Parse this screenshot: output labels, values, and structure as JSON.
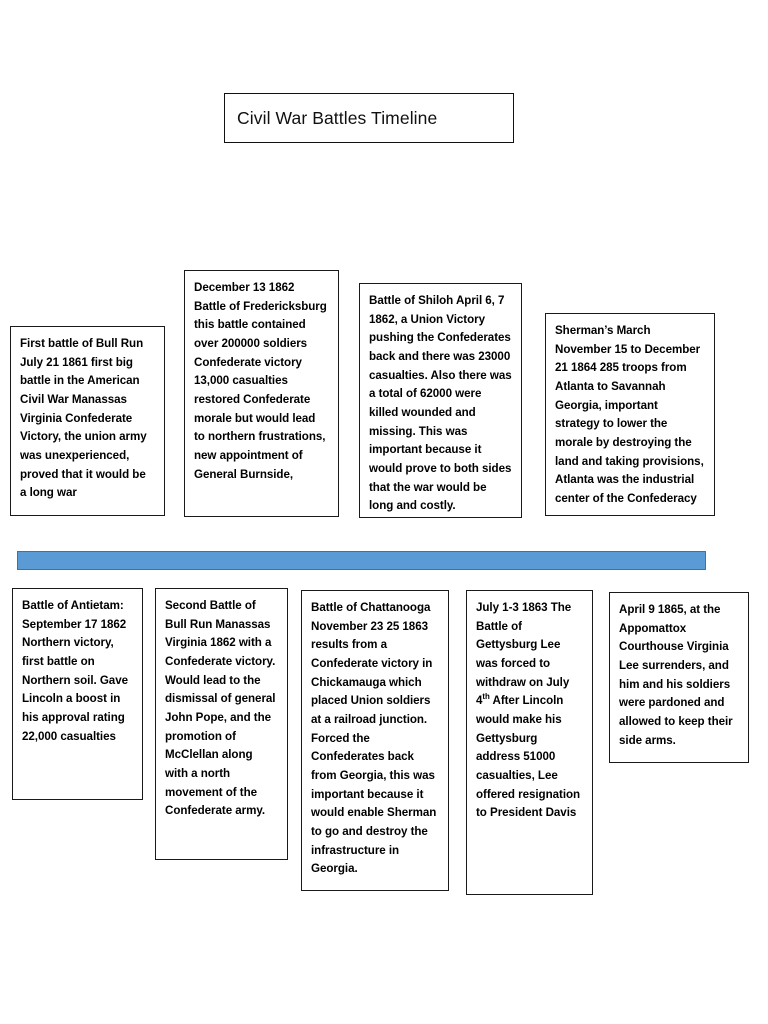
{
  "document": {
    "title": "Civil War Battles Timeline"
  },
  "timeline": {
    "bar_color": "#5B9BD5",
    "bar_border_color": "#41719C",
    "orientation": "horizontal"
  },
  "events_above": [
    {
      "id": "bull-run-first",
      "name": "First Battle of Bull Run",
      "text": "First battle of Bull Run July 21 1861 first big battle in the American Civil War Manassas Virginia Confederate Victory, the union army was unexperienced, proved that it would be a long war"
    },
    {
      "id": "fredericksburg",
      "name": "Battle of Fredericksburg",
      "text": "December 13 1862 Battle of Fredericksburg this battle contained over 200000 soldiers Confederate victory 13,000 casualties restored Confederate morale but would lead to northern frustrations, new appointment of General Burnside,"
    },
    {
      "id": "shiloh",
      "name": "Battle of Shiloh",
      "text": "Battle of Shiloh April 6, 7 1862, a Union Victory pushing the Confederates back and there was 23000 casualties. Also there was a total of 62000 were killed wounded and missing. This was important because it would prove to both sides that the war would be long and costly."
    },
    {
      "id": "shermans-march",
      "name": "Sherman’s March",
      "text": "Sherman’s March November 15 to December 21 1864 285 troops from Atlanta to Savannah Georgia, important strategy to lower the morale by destroying the land and taking provisions, Atlanta was the industrial center of the Confederacy"
    }
  ],
  "events_below": [
    {
      "id": "antietam",
      "name": "Battle of Antietam",
      "text": "Battle of Antietam: September 17 1862 Northern victory, first battle on Northern soil. Gave Lincoln a boost in his approval rating 22,000 casualties"
    },
    {
      "id": "bull-run-second",
      "name": "Second Battle of Bull Run",
      "text": "Second Battle of Bull Run Manassas Virginia 1862 with a Confederate victory. Would lead to the dismissal of general John Pope, and the promotion of McClellan along with a north movement of the Confederate army."
    },
    {
      "id": "chattanooga",
      "name": "Battle of Chattanooga",
      "text": "Battle of Chattanooga November 23 25 1863 results from a Confederate victory in Chickamauga which placed Union soldiers at a railroad junction. Forced the Confederates back from Georgia, this was important because it would enable Sherman to go and destroy the infrastructure in Georgia."
    },
    {
      "id": "gettysburg",
      "name": "Battle of Gettysburg",
      "text_before_sup": "July 1-3 1863 The Battle of Gettysburg Lee was forced to withdraw on July 4",
      "sup": "th",
      "text_after_sup": " After Lincoln would make his Gettysburg address 51000 casualties, Lee offered resignation to President Davis"
    },
    {
      "id": "appomattox",
      "name": "Appomattox Courthouse Surrender",
      "text": "April 9 1865, at the Appomattox Courthouse Virginia Lee surrenders, and him and his soldiers were pardoned and allowed to keep their side arms."
    }
  ]
}
